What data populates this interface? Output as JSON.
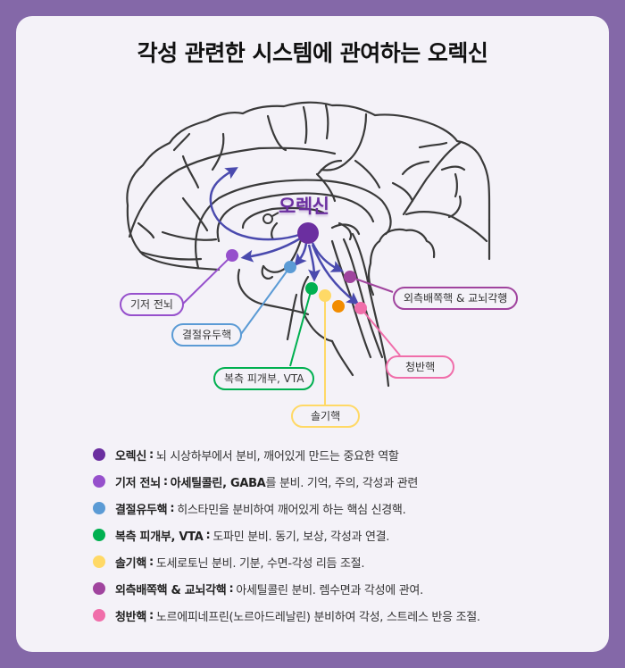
{
  "title": "각성 관련한 시스템에 관여하는 오렉신",
  "diagram": {
    "center_label": "오렉신",
    "colors": {
      "orexin": "#6B2FA0",
      "basal_forebrain": "#9650CC",
      "tmn": "#5B9BD5",
      "vta": "#00B050",
      "raphe": "#FFD966",
      "ldt_ppt": "#A0449E",
      "lc": "#F06EAA",
      "extra_dot": "#F28C00",
      "arrow": "#4A4AAE",
      "outline": "#3A3A3A"
    },
    "labels": {
      "basal_forebrain": "기저 전뇌",
      "tmn": "결절유두핵",
      "vta": "복측 피개부, VTA",
      "raphe": "솔기핵",
      "ldt_ppt": "외측배쪽핵 & 교뇌각행",
      "lc": "청반핵"
    }
  },
  "legend": [
    {
      "term": "오렉신",
      "color": "#6B2FA0",
      "em": "",
      "desc": "뇌 시상하부에서 분비, 깨어있게 만드는 중요한 역할"
    },
    {
      "term": "기저 전뇌",
      "color": "#9650CC",
      "em": "아세틸콜린, GABA",
      "desc": "를 분비. 기억, 주의, 각성과 관련"
    },
    {
      "term": "결절유두핵",
      "color": "#5B9BD5",
      "em": "",
      "desc": "히스타민을 분비하여 깨어있게 하는 핵심 신경핵."
    },
    {
      "term": "복측 피개부, VTA",
      "color": "#00B050",
      "em": "",
      "desc": "도파민 분비. 동기, 보상, 각성과 연결."
    },
    {
      "term": "솔기핵",
      "color": "#FFD966",
      "em": "",
      "desc": "도세로토닌 분비. 기분, 수면-각성 리듬 조절."
    },
    {
      "term": "외측배쪽핵 & 교뇌각핵",
      "color": "#A0449E",
      "em": "",
      "desc": "아세틸콜린 분비. 렘수면과 각성에 관여."
    },
    {
      "term": "청반핵",
      "color": "#F06EAA",
      "em": "",
      "desc": "노르에피네프린(노르아드레날린) 분비하여 각성, 스트레스 반응 조절."
    }
  ],
  "separator": ":"
}
